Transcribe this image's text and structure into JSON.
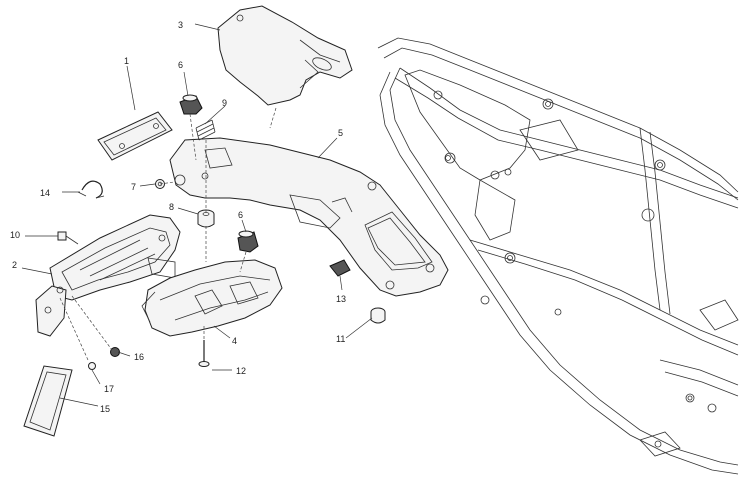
{
  "diagram": {
    "part_labels": [
      {
        "id": "p1",
        "text": "1"
      },
      {
        "id": "p2",
        "text": "2"
      },
      {
        "id": "p3",
        "text": "3"
      },
      {
        "id": "p4",
        "text": "4"
      },
      {
        "id": "p5",
        "text": "5"
      },
      {
        "id": "p6a",
        "text": "6"
      },
      {
        "id": "p6b",
        "text": "6"
      },
      {
        "id": "p7",
        "text": "7"
      },
      {
        "id": "p8",
        "text": "8"
      },
      {
        "id": "p9",
        "text": "9"
      },
      {
        "id": "p10",
        "text": "10"
      },
      {
        "id": "p11",
        "text": "11"
      },
      {
        "id": "p12",
        "text": "12"
      },
      {
        "id": "p13",
        "text": "13"
      },
      {
        "id": "p14",
        "text": "14"
      },
      {
        "id": "p15",
        "text": "15"
      },
      {
        "id": "p16",
        "text": "16"
      },
      {
        "id": "p17",
        "text": "17"
      }
    ],
    "colors": {
      "line": "#333333",
      "background": "#ffffff",
      "part_fill": "#f4f4f4",
      "dark_fill": "#555555"
    }
  }
}
